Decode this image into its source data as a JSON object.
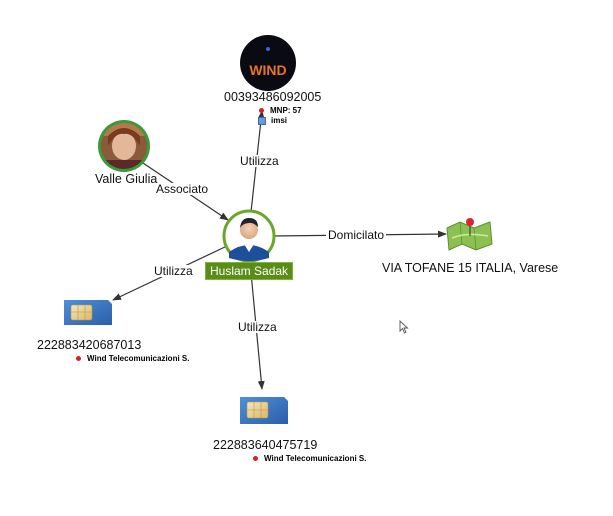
{
  "colors": {
    "edge": "#333333",
    "focus_ring": "#6aa62a",
    "photo_ring": "#3a9a3c",
    "sim_card": "#3a78c9",
    "map_green": "#8cc152",
    "tag_dot": "#d61f26"
  },
  "nodes": {
    "wind": {
      "logo_text": "WIND",
      "label": "00393486092005",
      "tags": [
        "MNP:  57",
        "imsi"
      ]
    },
    "valle": {
      "label": "Valle Giulia"
    },
    "huslam": {
      "label": "Huslam Sadak"
    },
    "address": {
      "label": "VIA TOFANE 15   ITALIA, Varese"
    },
    "sim_left": {
      "label": "222883420687013",
      "tag": "Wind Telecomunicazioni S."
    },
    "sim_bottom": {
      "label": "222883640475719",
      "tag": "Wind Telecomunicazioni S."
    }
  },
  "edges": {
    "utilizza_top": "Utilizza",
    "associato": "Associato",
    "domicilato": "Domicilato",
    "utilizza_left": "Utilizza",
    "utilizza_bottom": "Utilizza"
  }
}
